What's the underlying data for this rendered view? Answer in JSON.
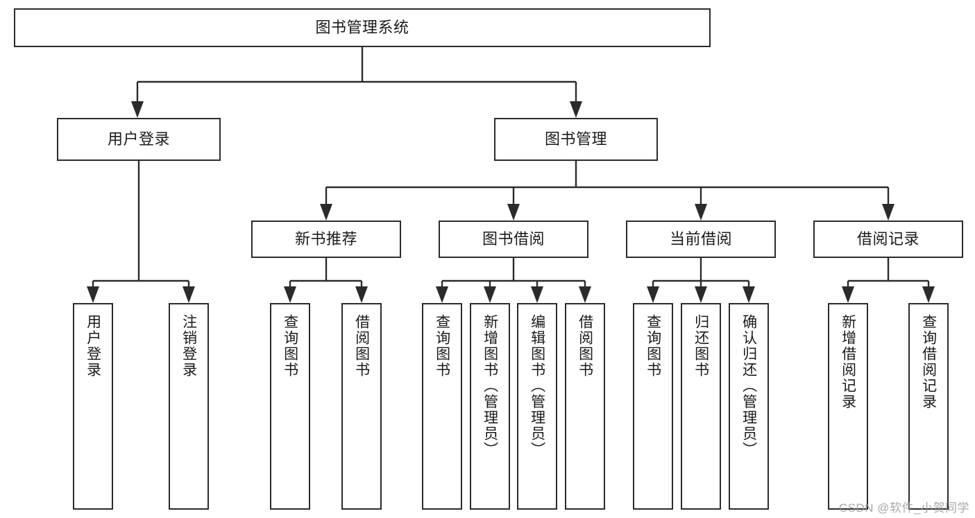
{
  "diagram": {
    "kind": "functional-structure-tree",
    "root": {
      "id": "root",
      "label": "图书管理系统"
    },
    "level2": [
      {
        "id": "user-login",
        "label": "用户登录"
      },
      {
        "id": "book-manage",
        "label": "图书管理"
      }
    ],
    "level3": [
      {
        "id": "new-book-rec",
        "label": "新书推荐",
        "parent": "book-manage"
      },
      {
        "id": "book-borrow",
        "label": "图书借阅",
        "parent": "book-manage"
      },
      {
        "id": "current-borrow",
        "label": "当前借阅",
        "parent": "book-manage"
      },
      {
        "id": "borrow-record",
        "label": "借阅记录",
        "parent": "book-manage"
      }
    ],
    "leaves": [
      {
        "id": "leaf-user-login",
        "label": "用户登录",
        "parent": "user-login"
      },
      {
        "id": "leaf-logout",
        "label": "注销登录",
        "parent": "user-login"
      },
      {
        "id": "leaf-query-book-1",
        "label": "查询图书",
        "parent": "new-book-rec"
      },
      {
        "id": "leaf-borrow-book-1",
        "label": "借阅图书",
        "parent": "new-book-rec"
      },
      {
        "id": "leaf-query-book-2",
        "label": "查询图书",
        "parent": "book-borrow"
      },
      {
        "id": "leaf-add-book",
        "label": "新增图书（管理员）",
        "parent": "book-borrow"
      },
      {
        "id": "leaf-edit-book",
        "label": "编辑图书（管理员）",
        "parent": "book-borrow"
      },
      {
        "id": "leaf-borrow-book-2",
        "label": "借阅图书",
        "parent": "book-borrow"
      },
      {
        "id": "leaf-query-book-3",
        "label": "查询图书",
        "parent": "current-borrow"
      },
      {
        "id": "leaf-return-book",
        "label": "归还图书",
        "parent": "current-borrow"
      },
      {
        "id": "leaf-confirm-return",
        "label": "确认归还（管理员）",
        "parent": "current-borrow"
      },
      {
        "id": "leaf-add-record",
        "label": "新增借阅记录",
        "parent": "borrow-record"
      },
      {
        "id": "leaf-query-record",
        "label": "查询借阅记录",
        "parent": "borrow-record"
      }
    ]
  },
  "watermark": {
    "text": "CSDN @软件_小贺同学"
  },
  "colors": {
    "stroke": "#2b2b2b",
    "text": "#1a1a1a",
    "background": "#ffffff",
    "watermark": "#9a9a9a"
  }
}
